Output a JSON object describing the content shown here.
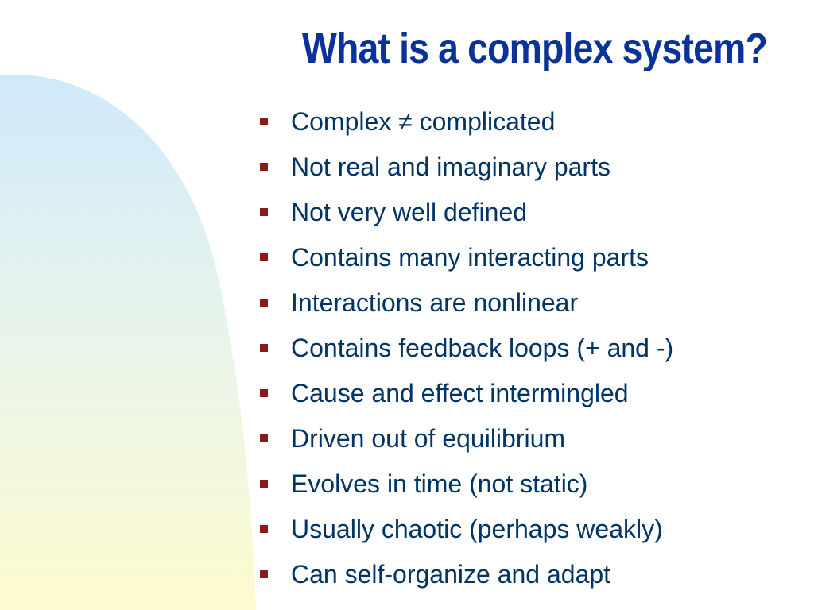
{
  "slide": {
    "title": "What is a complex system?",
    "bullets": [
      "Complex ≠ complicated",
      "Not real and imaginary parts",
      "Not very well defined",
      "Contains many interacting parts",
      "Interactions are nonlinear",
      "Contains feedback loops (+ and -)",
      "Cause and effect intermingled",
      "Driven out of equilibrium",
      "Evolves in time (not static)",
      "Usually chaotic (perhaps weakly)",
      "Can self-organize and adapt"
    ]
  },
  "colors": {
    "title": "#0a3399",
    "bullet_text": "#003366",
    "bullet_marker": "#8b1a1a",
    "blob_top": "#cfe9fb",
    "blob_bottom": "#fdfbcf"
  }
}
